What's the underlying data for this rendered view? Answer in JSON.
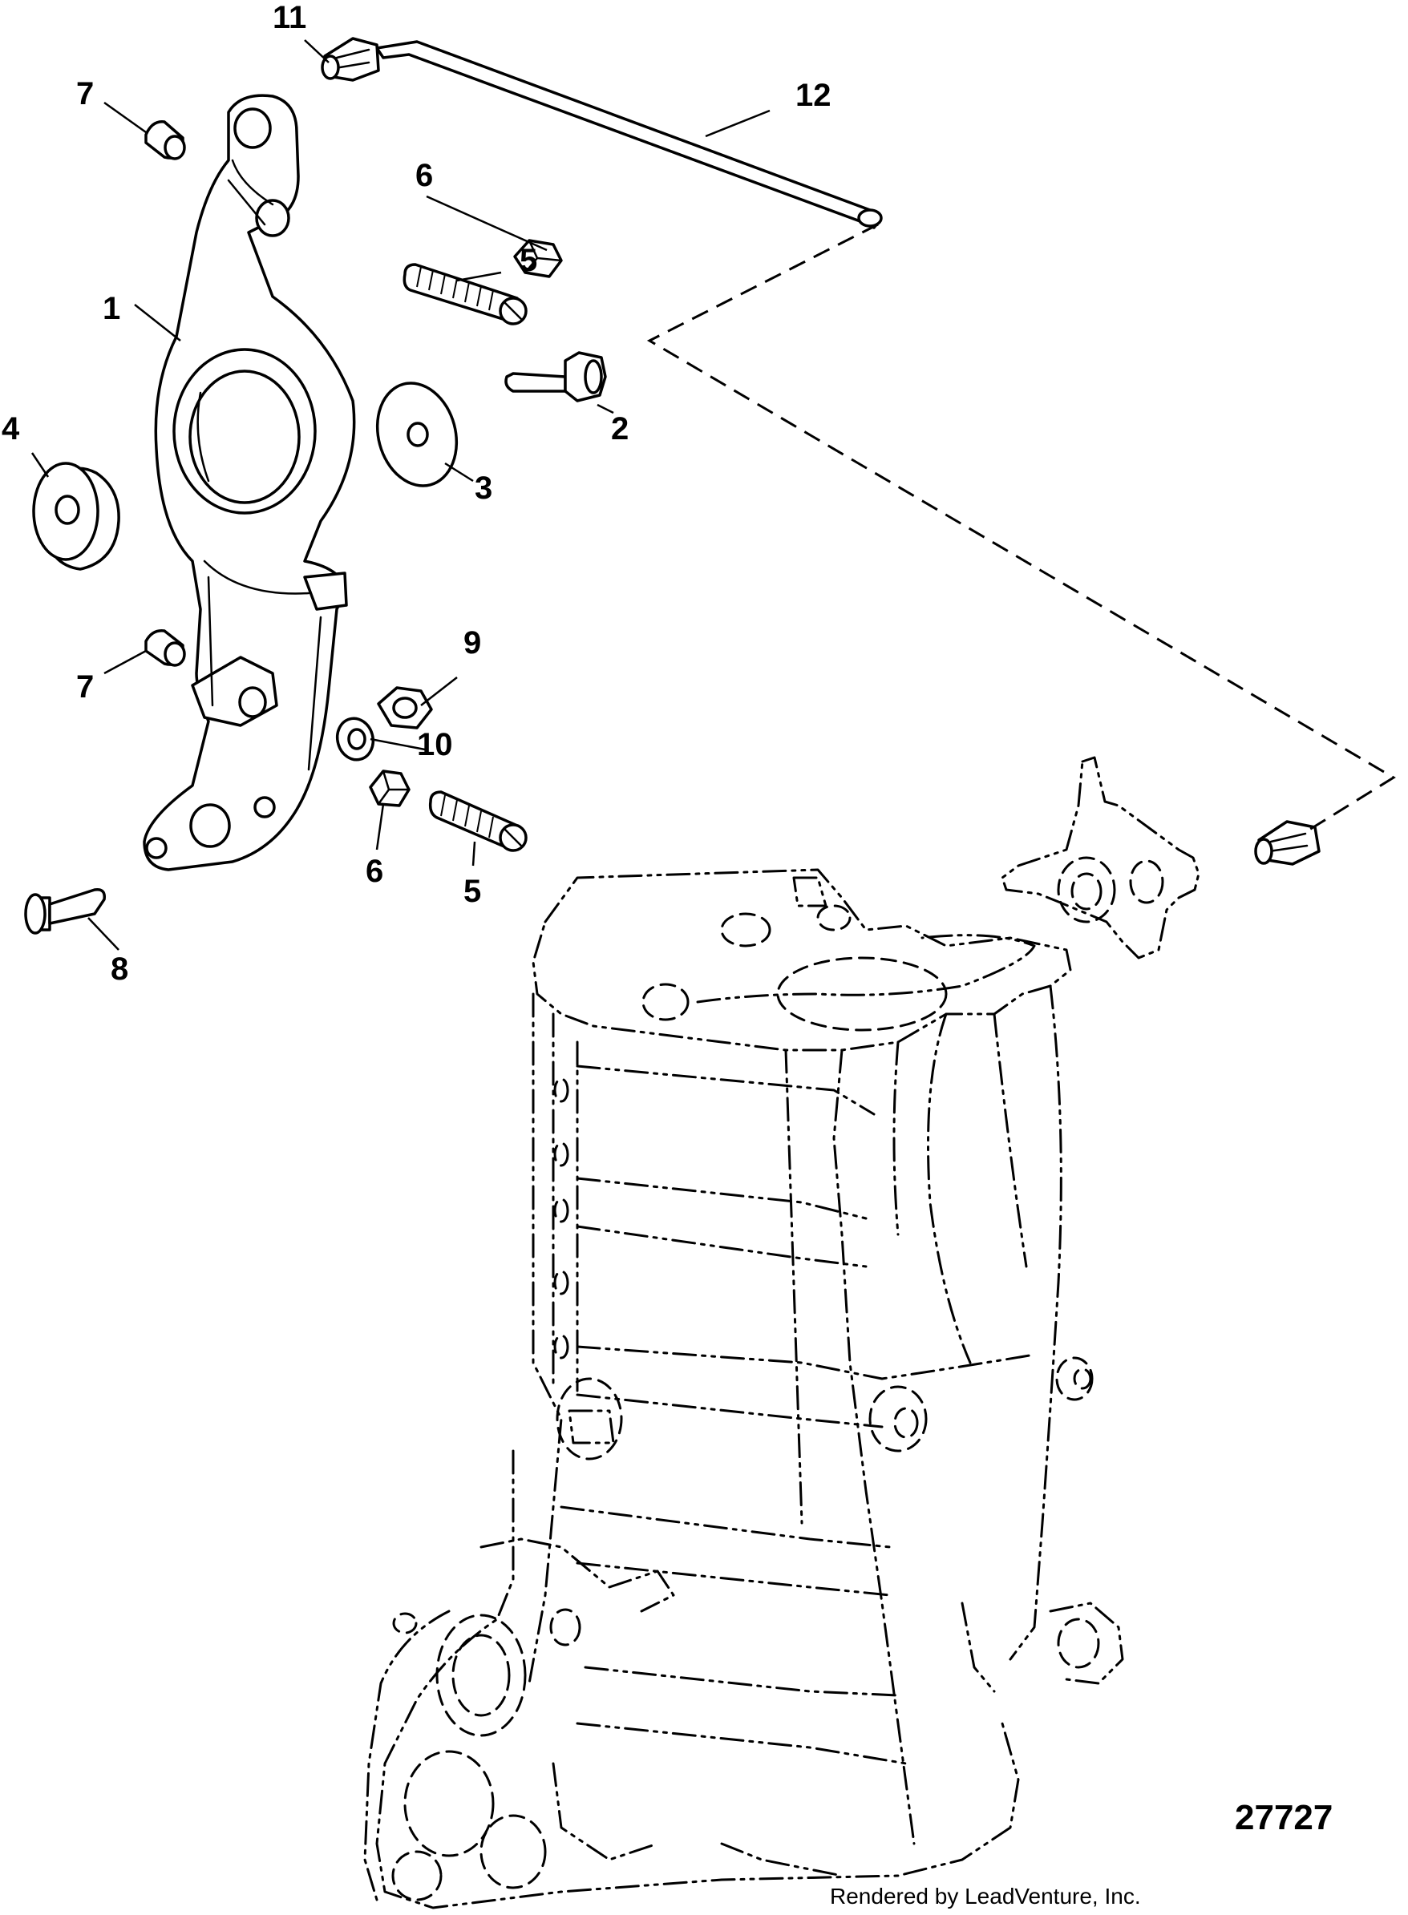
{
  "figure_number": "27727",
  "credit": "Rendered by LeadVenture, Inc.",
  "callouts": {
    "c1": "1",
    "c2": "2",
    "c3": "3",
    "c4": "4",
    "c5a": "5",
    "c5b": "5",
    "c6a": "6",
    "c6b": "6",
    "c7a": "7",
    "c7b": "7",
    "c8": "8",
    "c9": "9",
    "c10": "10",
    "c11": "11",
    "c12": "12"
  }
}
